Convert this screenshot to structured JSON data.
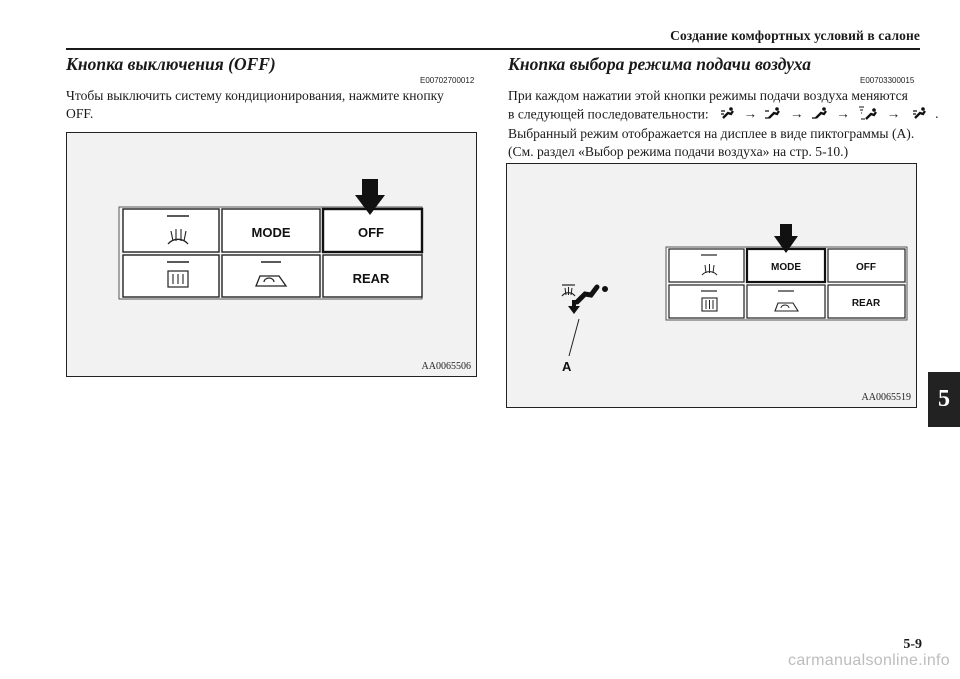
{
  "header": {
    "title": "Создание комфортных условий в салоне"
  },
  "left_section": {
    "title": "Кнопка выключения (OFF)",
    "code": "E00702700012",
    "text_line1": "Чтобы выключить систему кондиционирования, нажмите кнопку",
    "text_line2": "OFF.",
    "figure_code": "AA0065506",
    "buttons": {
      "mode": "MODE",
      "off": "OFF",
      "rear": "REAR"
    }
  },
  "right_section": {
    "title": "Кнопка выбора режима подачи воздуха",
    "code": "E00703300015",
    "text_line1": "При каждом нажатии этой кнопки режимы подачи воздуха меняются",
    "text_line2_prefix": "в следующей последовательности:",
    "arrow": "→",
    "text_line2_suffix": ".",
    "text_line3": "Выбранный режим отображается на дисплее в виде пиктограммы (A).",
    "text_line4": "(См. раздел «Выбор режима подачи воздуха» на стр. 5-10.)",
    "figure_code": "AA0065519",
    "label_a": "A",
    "buttons": {
      "mode": "MODE",
      "off": "OFF",
      "rear": "REAR"
    }
  },
  "chapter_tab": "5",
  "page_number": "5-9",
  "watermark": "carmanualsonline.info"
}
